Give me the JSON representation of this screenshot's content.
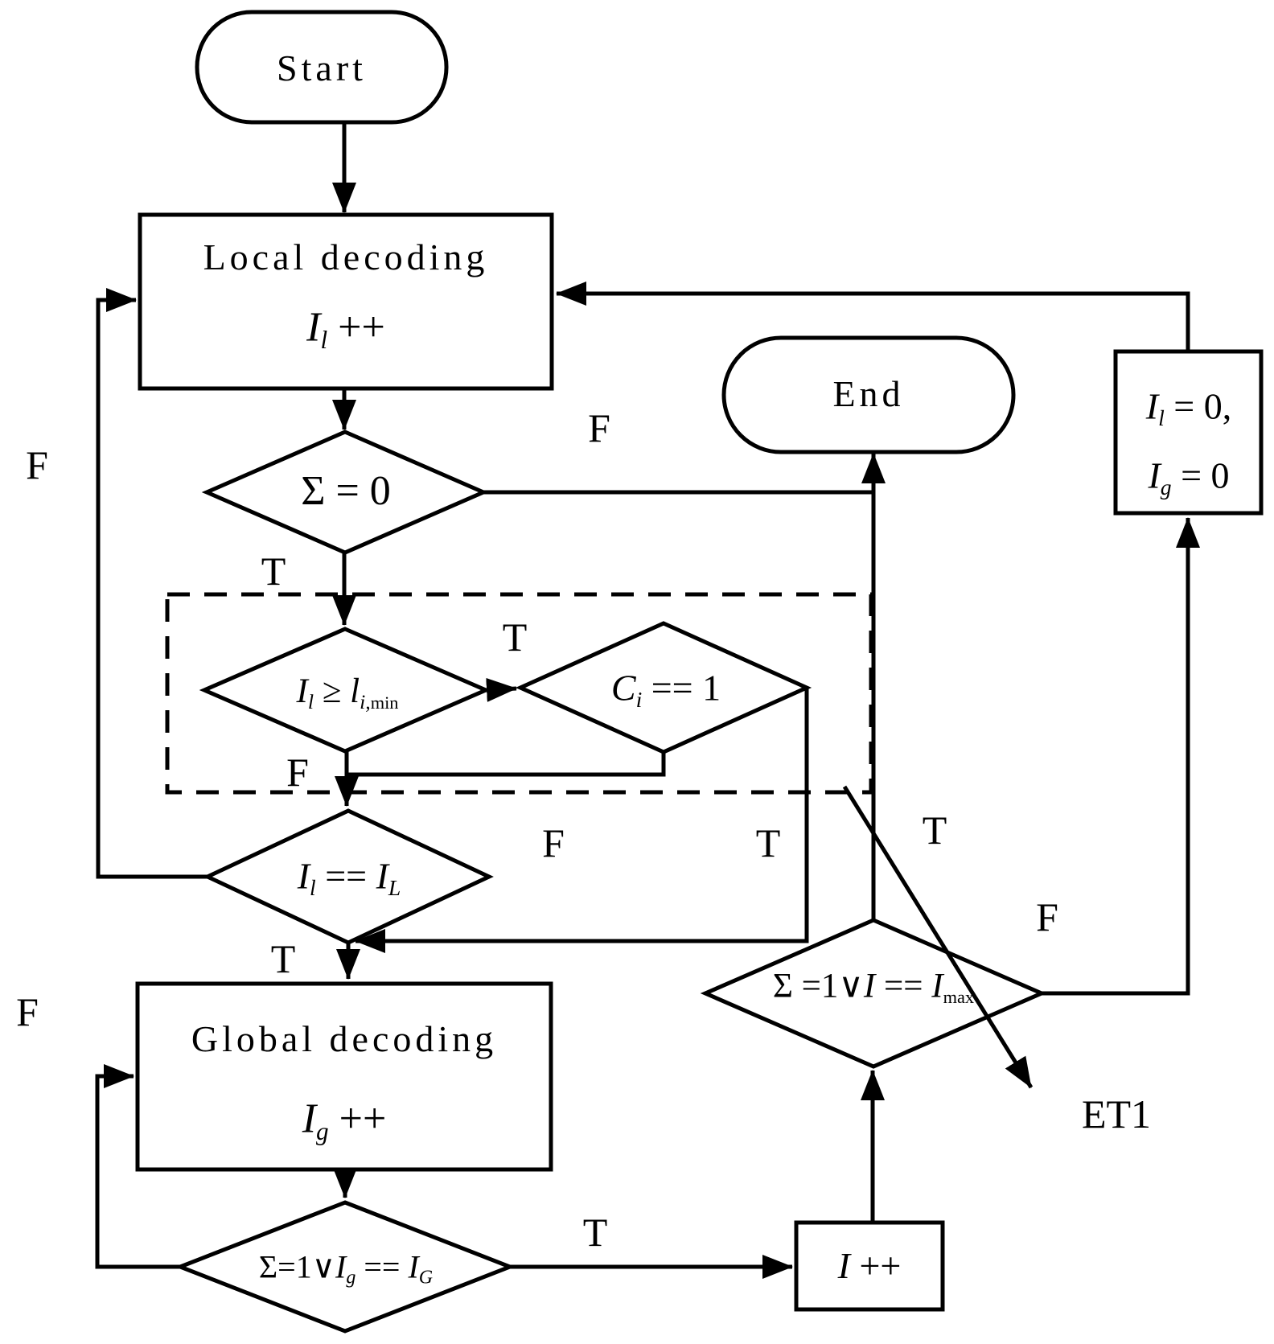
{
  "colors": {
    "line": "#000000",
    "background": "#ffffff"
  },
  "nodes": {
    "start": {
      "label": "Start"
    },
    "end": {
      "label": "End"
    },
    "local_decoding": {
      "title": "Local decoding",
      "var": "I",
      "var_sub": "l",
      "op": " ++"
    },
    "global_decoding": {
      "title": "Global decoding",
      "var": "I",
      "var_sub": "g",
      "op": " ++"
    },
    "sigma_zero": {
      "text": "Σ = 0"
    },
    "il_min": {
      "b1": "I",
      "s1": "l",
      "cmp": " ≥ ",
      "b2": "l",
      "s2a": "i,",
      "s2b": "min"
    },
    "ci": {
      "b1": "C",
      "s1": "i",
      "rest": " == 1"
    },
    "il_eq": {
      "b1": "I",
      "s1": "l",
      "cmp": " == ",
      "b2": "I",
      "s2": "L"
    },
    "sigma_g": {
      "pre": "Σ=1∨",
      "b1": "I",
      "s1": "g",
      "cmp": " == ",
      "b2": "I",
      "s2": "G"
    },
    "i_plus": {
      "var": "I",
      "op": " ++"
    },
    "sigma_max": {
      "pre": "Σ =1∨",
      "b1": "I",
      "cmp": " == ",
      "b2": "I",
      "s2": "max"
    },
    "reset": {
      "l1b": "I",
      "l1s": "l",
      "l1r": " = 0,",
      "l2b": "I",
      "l2s": "g",
      "l2r": " = 0"
    }
  },
  "branches": {
    "sigma_zero_false": "F",
    "sigma_zero_true": "T",
    "il_min_true": "T",
    "il_min_false": "F",
    "ci_false": "F",
    "ci_true": "T",
    "il_eq_false": "F",
    "il_eq_true": "T",
    "global_loop_false": "F",
    "sigma_g_true": "T",
    "sigma_max_true": "T",
    "sigma_max_false": "F",
    "exit_label": "ET1"
  }
}
